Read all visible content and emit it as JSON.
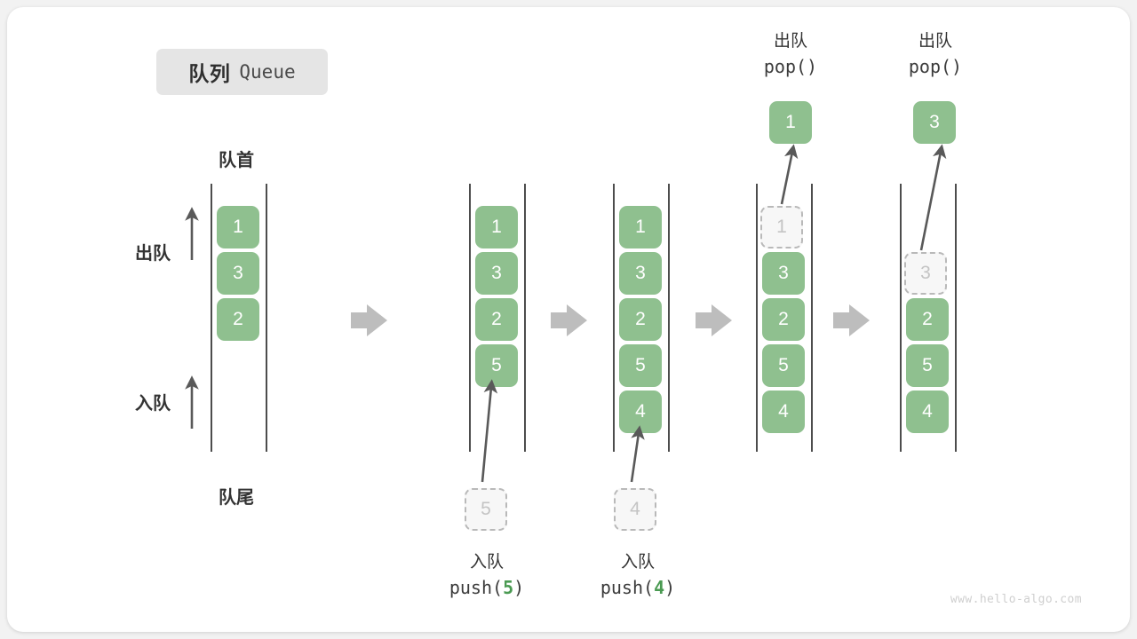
{
  "title": {
    "cn": "队列",
    "en": "Queue"
  },
  "colors": {
    "element_fill": "#8fc08f",
    "element_text": "#ffffff",
    "ghost_fill": "#f7f7f7",
    "ghost_border": "#b9b9b9",
    "ghost_text": "#c4c4c4",
    "rail": "#4d4d4d",
    "flow_arrow": "#bdbdbd",
    "accent_green": "#4a9a52",
    "badge_bg": "#e5e5e5",
    "page_bg": "#f2f2f2",
    "card_bg": "#ffffff"
  },
  "axis_labels": {
    "head": "队首",
    "tail": "队尾",
    "dequeue": "出队",
    "enqueue": "入队"
  },
  "stages": [
    {
      "id": "stage-initial",
      "elements": [
        "1",
        "3",
        "2"
      ],
      "ghost_top": null,
      "ghost_below": null,
      "popped": null,
      "caption_cn": null,
      "caption_code": null
    },
    {
      "id": "stage-push-5",
      "elements": [
        "1",
        "3",
        "2",
        "5"
      ],
      "ghost_top": null,
      "ghost_below": "5",
      "popped": null,
      "caption_cn": "入队",
      "caption_code": "push(5)",
      "caption_arg": "5"
    },
    {
      "id": "stage-push-4",
      "elements": [
        "1",
        "3",
        "2",
        "5",
        "4"
      ],
      "ghost_top": null,
      "ghost_below": "4",
      "popped": null,
      "caption_cn": "入队",
      "caption_code": "push(4)",
      "caption_arg": "4"
    },
    {
      "id": "stage-pop-1",
      "elements": [
        "3",
        "2",
        "5",
        "4"
      ],
      "ghost_top": "1",
      "ghost_below": null,
      "popped": "1",
      "caption_cn": "出队",
      "caption_code": "pop()",
      "caption_arg": ""
    },
    {
      "id": "stage-pop-3",
      "elements": [
        "2",
        "5",
        "4"
      ],
      "ghost_top": "3",
      "ghost_below": null,
      "popped": "3",
      "caption_cn": "出队",
      "caption_code": "pop()",
      "caption_arg": ""
    }
  ],
  "flow_arrows_count": 4,
  "watermark": "www.hello-algo.com"
}
